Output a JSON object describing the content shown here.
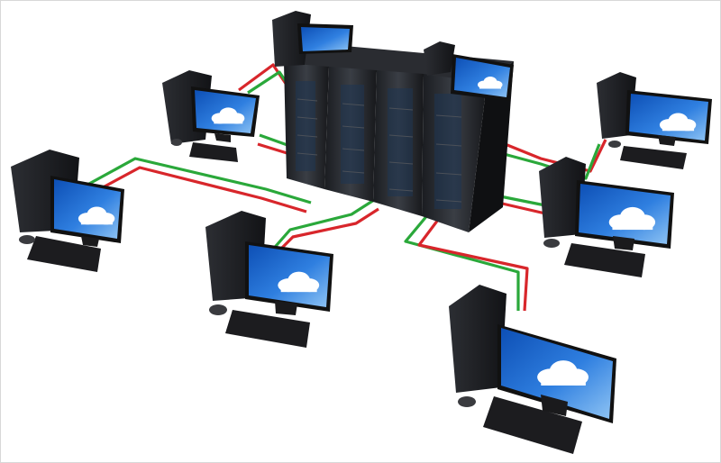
{
  "scene": {
    "subject": "network",
    "colors": {
      "background": "#ffffff",
      "cable_red": "#d8262b",
      "cable_green": "#2aa83a",
      "rack_dark": "#16171a",
      "rack_face": "#23262c",
      "screen_sky": "#2b73d8",
      "cloud": "#ffffff"
    },
    "server_racks": 4,
    "workstations": 8
  }
}
